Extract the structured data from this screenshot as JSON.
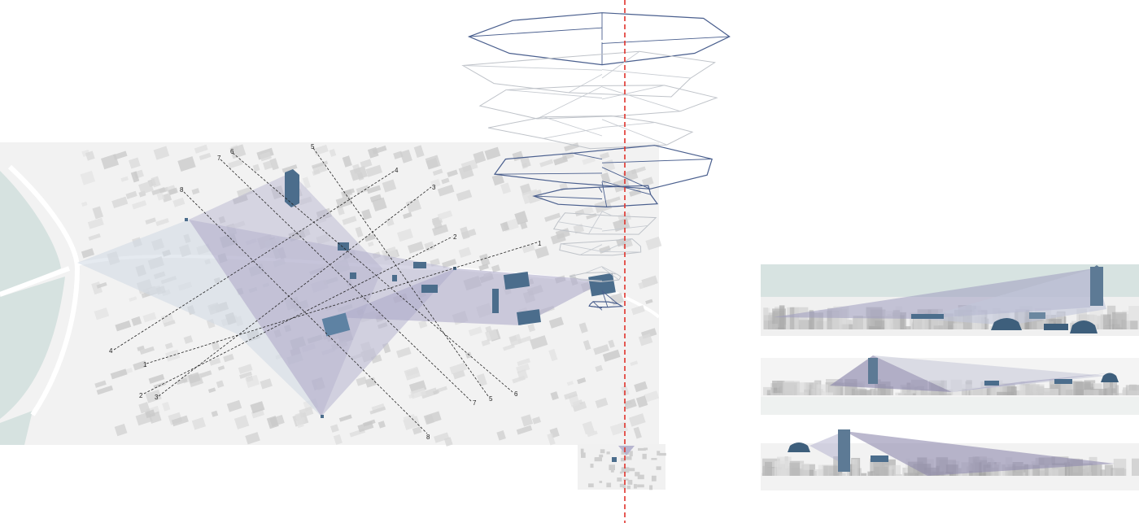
{
  "colors": {
    "background": "#ffffff",
    "map_ground": "#efefef",
    "water": "#d6e2e0",
    "block": "#d9d9d9",
    "view_cone": "#b7b5cf",
    "view_cone_light": "#cfd8e4",
    "landmark": "#4b6d8c",
    "wire_dark": "#4a5f8e",
    "wire_light": "#bfc3c9",
    "axis_line": "#e0322b",
    "leader_line": "#222222",
    "sky": "#d7e3e1"
  },
  "sightline_labels": [
    "1",
    "2",
    "3",
    "4",
    "5",
    "6",
    "7",
    "8"
  ]
}
